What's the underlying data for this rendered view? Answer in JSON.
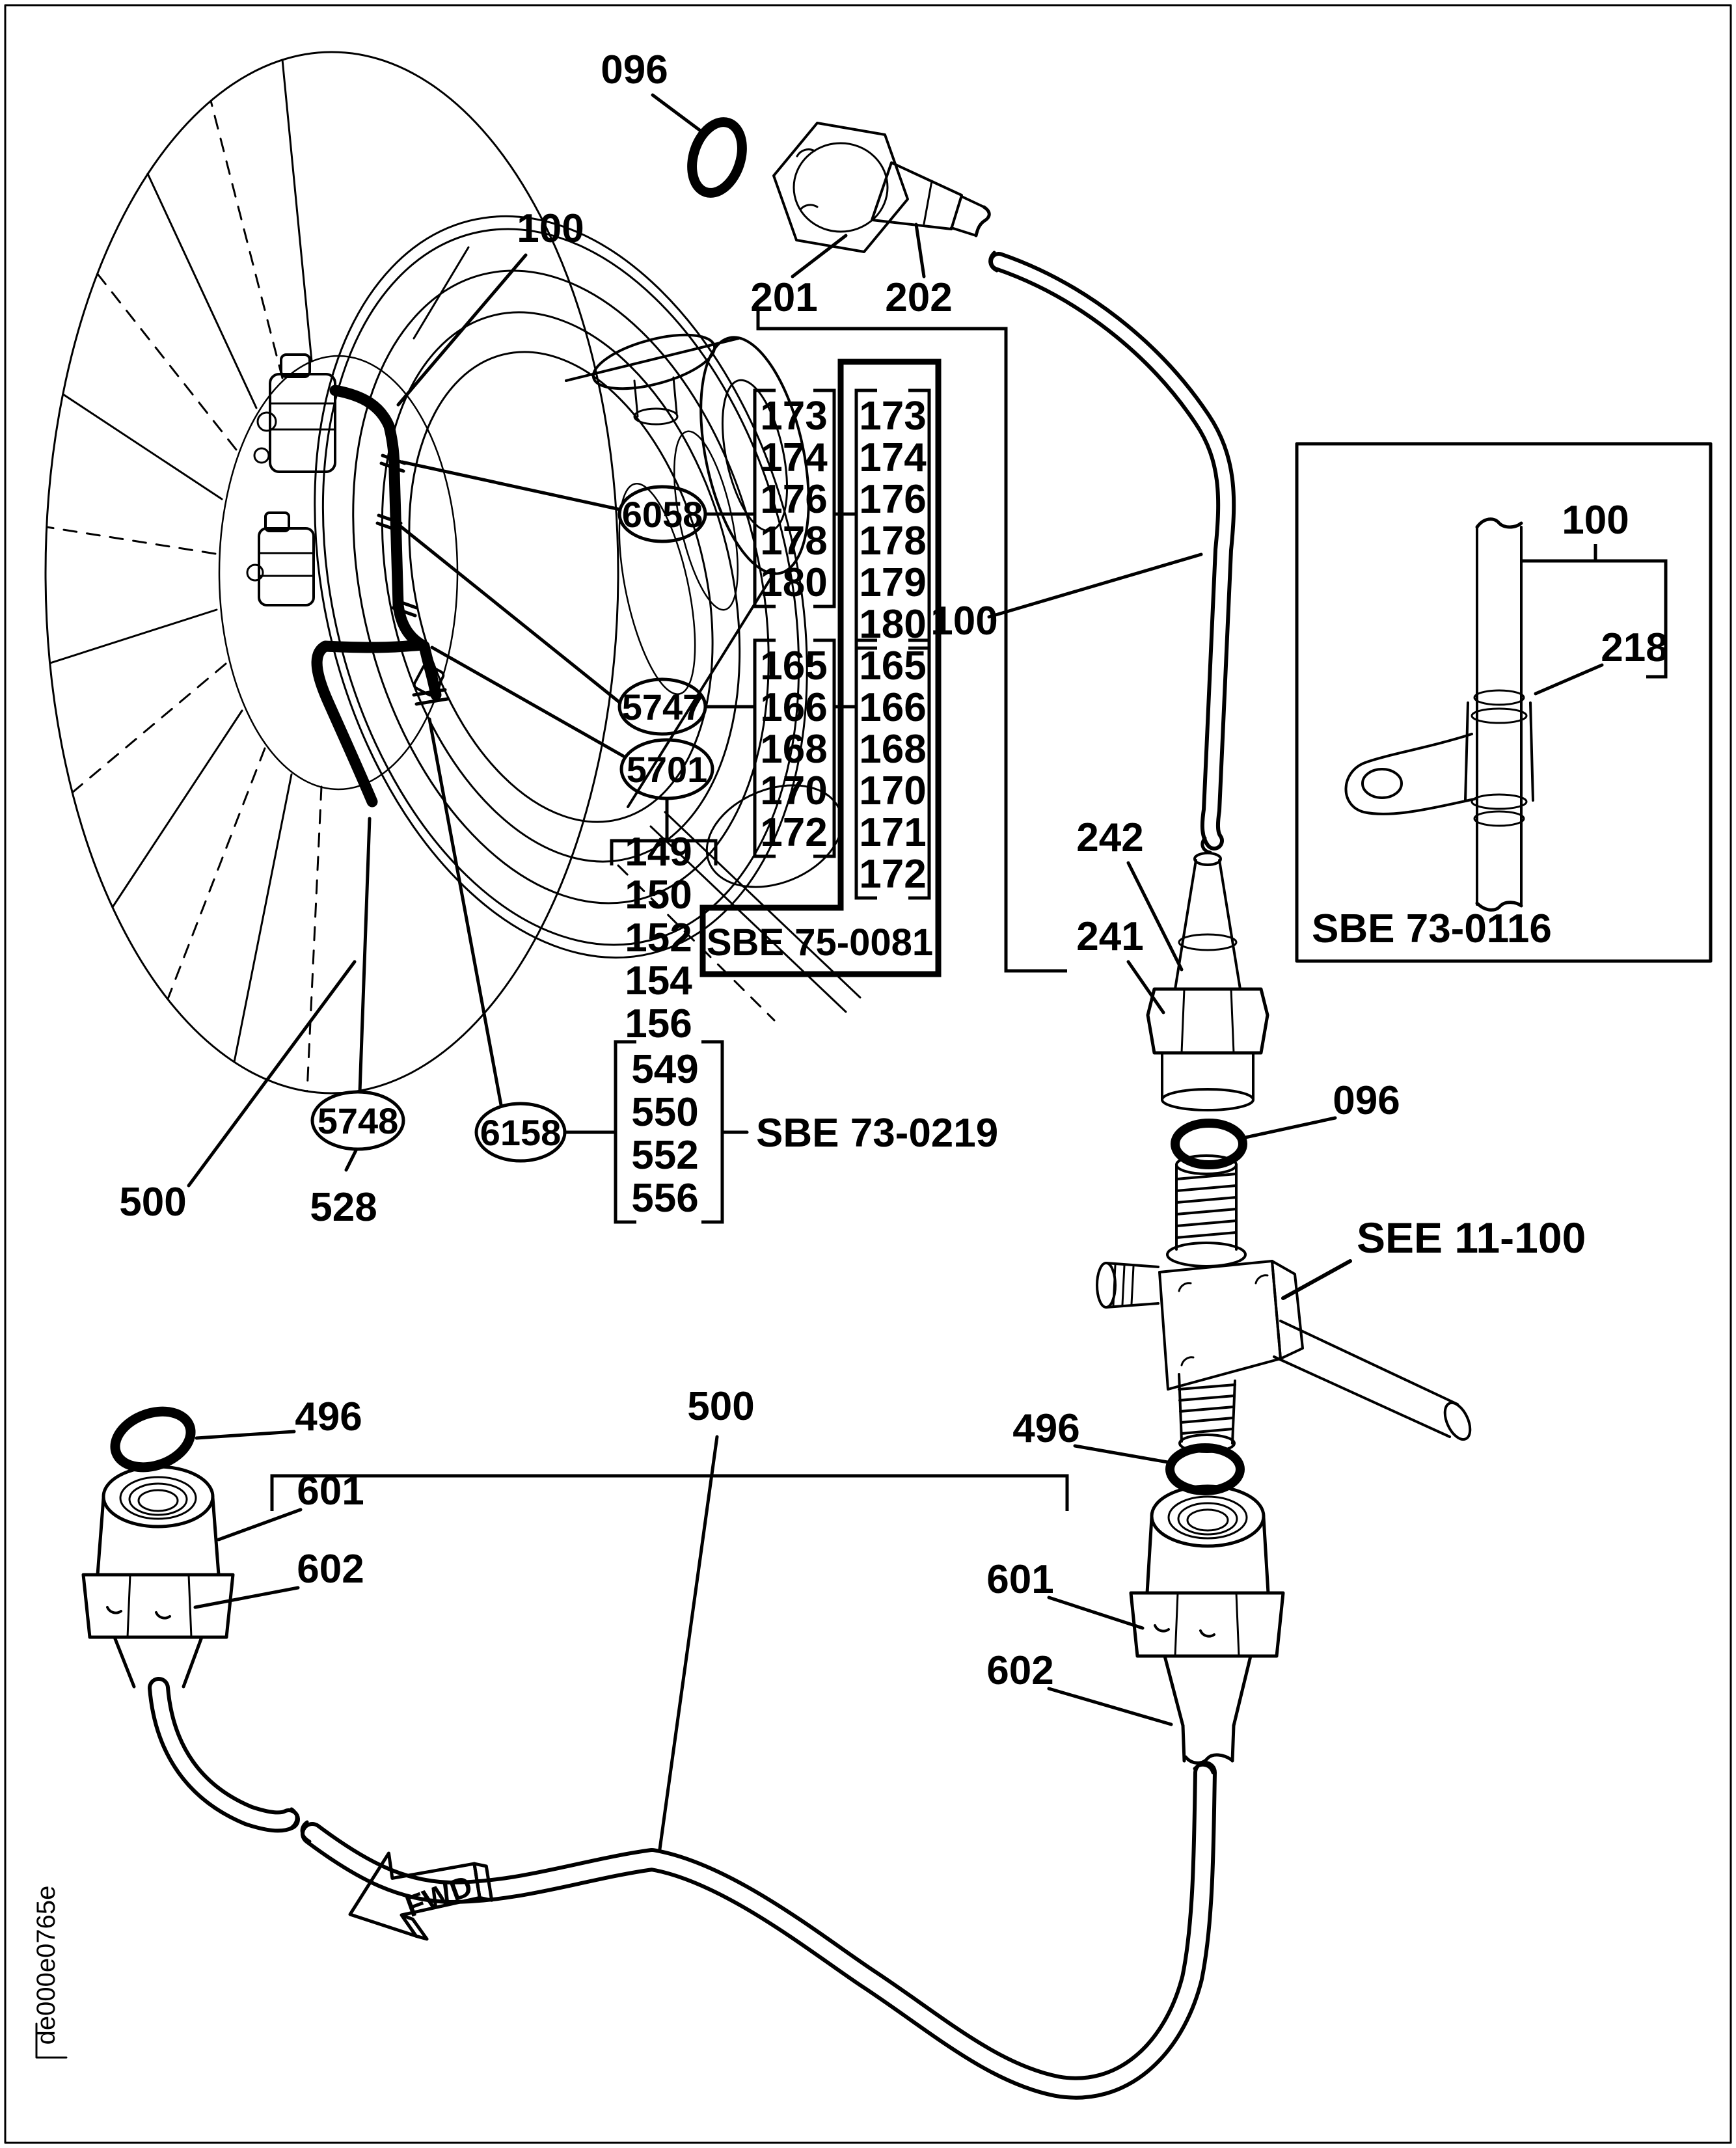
{
  "colors": {
    "ink": "#000000",
    "paper": "#ffffff"
  },
  "doc_code": "de000e0765e",
  "callouts": {
    "top_oring": "096",
    "nut_top": "201",
    "adapter_top": "202",
    "engine_tube": "100",
    "assembly_tube": "100",
    "clamp_a": "6058",
    "clamp_b": "5747",
    "clamp_c": "5701",
    "clamp_d": "6158",
    "bracket_left": "5748",
    "under_5748": "528",
    "hose_left": "500",
    "nozzle_mid": "242",
    "nut_mid": "241",
    "oring_mid": "096",
    "see_ref": "SEE 11-100",
    "manifold_oring": "496",
    "hose_bracket": "500",
    "left_oring": "496",
    "left_nut": "601",
    "left_adapter": "602",
    "right_nut": "601",
    "right_adapter": "602",
    "fwd": "FWD"
  },
  "inset": {
    "tube": "100",
    "clamp": "218",
    "code": "SBE 73-0116"
  },
  "service_bulletins": {
    "boxed": "SBE 75-0081",
    "alt": "SBE 73-0219"
  },
  "lists": {
    "a": {
      "items": [
        "173",
        "174",
        "176",
        "178",
        "180"
      ]
    },
    "a_boxed": {
      "items": [
        "173",
        "174",
        "176",
        "178",
        "179",
        "180"
      ]
    },
    "b": {
      "items": [
        "165",
        "166",
        "168",
        "170",
        "172"
      ]
    },
    "b_boxed": {
      "items": [
        "165",
        "166",
        "168",
        "170",
        "171",
        "172"
      ]
    },
    "c": {
      "items": [
        "149",
        "150",
        "152",
        "154",
        "156"
      ]
    },
    "d": {
      "items": [
        "549",
        "550",
        "552",
        "556"
      ]
    }
  }
}
